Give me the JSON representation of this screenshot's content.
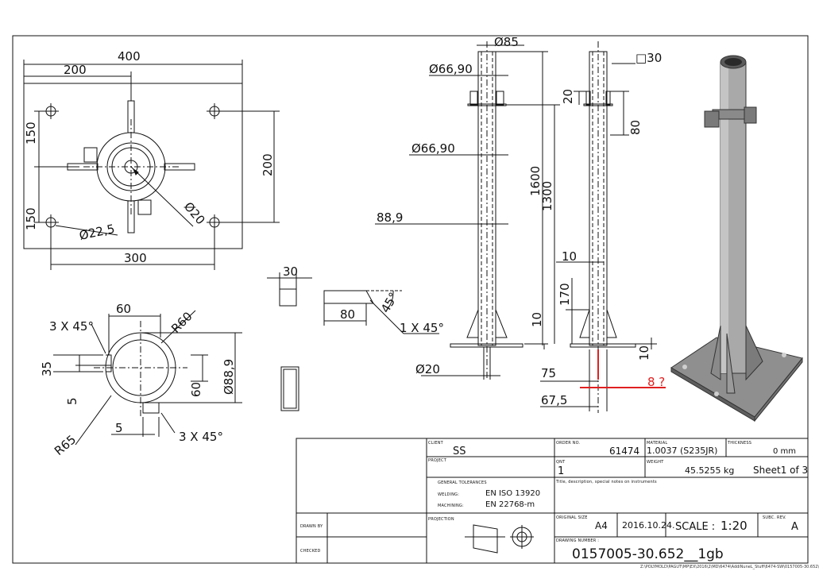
{
  "top_view": {
    "dim_400": "400",
    "dim_200_top": "200",
    "dim_150_a": "150",
    "dim_150_b": "150",
    "dim_200_right": "200",
    "dim_300": "300",
    "dim_hole": "Ø22,5",
    "dim_bore": "Ø20"
  },
  "gusset": {
    "dim_30": "30",
    "dim_80": "80",
    "dim_45deg": "45°",
    "dim_chamfer": "1 X 45°"
  },
  "section_view": {
    "dim_60": "60",
    "dim_r60": "R60",
    "dim_chamfer_top": "3 X 45°",
    "dim_35": "35",
    "dim_5_left": "5",
    "dim_60_right": "60",
    "dim_889": "Ø88,9",
    "dim_5_bottom": "5",
    "dim_chamfer_bottom": "3 X 45°",
    "dim_r65": "R65"
  },
  "front_view": {
    "dim_85": "Ø85",
    "dim_6690_a": "Ø66,90",
    "dim_6690_b": "Ø66,90",
    "dim_889": "88,9",
    "dim_1600": "1600",
    "dim_1300": "1300",
    "dim_20": "Ø20"
  },
  "side_view": {
    "dim_sq30": "□30",
    "dim_20": "20",
    "dim_80": "80",
    "dim_10_top": "10",
    "dim_170": "170",
    "dim_10_left": "10",
    "dim_10_right": "10",
    "dim_75": "75",
    "dim_675": "67,5",
    "dim_8": "8 ?",
    "accent_color": "#e02020"
  },
  "title_block": {
    "client_label": "CLIENT",
    "client_value": "SS",
    "project_label": "PROJECT",
    "order_label": "ORDER NO.",
    "order_value": "61474",
    "material_label": "MATERIAL",
    "material_value": "1.0037 (S235JR)",
    "thickness_label": "THICKNESS",
    "thickness_value": "0 mm",
    "qty_label": "QNT",
    "qty_value": "1",
    "weight_label": "WEIGHT",
    "weight_value": "45.5255 kg",
    "sheet_value": "Sheet1 of 3",
    "general_tol_label": "GENERAL TOLERANCES",
    "welding_label": "WELDING:",
    "welding_value": "EN ISO 13920",
    "machining_label": "MACHINING:",
    "machining_value": "EN 22768-m",
    "description_label": "Title, description, special notes on instruments",
    "projection_label": "PROJECTION",
    "drawn_by_label": "DRAWN BY",
    "checked_label": "CHECKED",
    "original_size_label": "ORIGINAL SIZE",
    "original_size_value": "A4",
    "date_value": "2016.10.24.",
    "scale_label": "SCALE :",
    "scale_value": "1:20",
    "subc_rev_label": "SUBC. REV.",
    "subc_rev_value": "A",
    "drawing_number_label": "DRAWING NUMBER :",
    "drawing_number_value": "0157005-30.652__1gb"
  },
  "file_path": "Z:\\POLYMOLD\\PAGUT\\MP\\EX\\2016\\2\\MD\\6474\\AddiNuneL_Stuff\\6474-SW\\0157005-30.652\\"
}
